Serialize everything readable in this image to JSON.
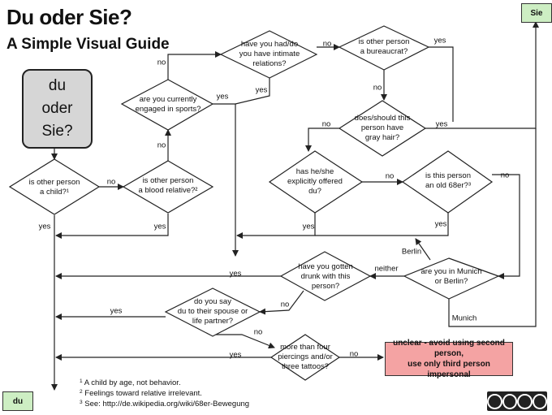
{
  "title": "Du oder Sie?",
  "subtitle": "A Simple Visual Guide",
  "start": {
    "line1": "du",
    "line2": "oder",
    "line3": "Sie?"
  },
  "terminals": {
    "sie": "Sie",
    "du": "du"
  },
  "warning": {
    "line1": "unclear - avoid using second person,",
    "line2": "use only third person impersonal"
  },
  "questions": {
    "child": {
      "line1": "is other person",
      "line2": "a child?¹"
    },
    "relative": {
      "line1": "is other person",
      "line2": "a blood relative?²"
    },
    "sports": {
      "line1": "are you currently",
      "line2": "engaged in sports?"
    },
    "intimate": {
      "line1": "have you had/do",
      "line2": "you have intimate",
      "line3": "relations?"
    },
    "bureaucrat": {
      "line1": "is other person",
      "line2": "a bureaucrat?"
    },
    "gray": {
      "line1": "does/should this",
      "line2": "person have",
      "line3": "gray hair?"
    },
    "offered": {
      "line1": "has he/she",
      "line2": "explicitly offered",
      "line3": "du?"
    },
    "68er": {
      "line1": "is this person",
      "line2": "an old 68er?³"
    },
    "city": {
      "line1": "are you in Munich",
      "line2": "or Berlin?"
    },
    "drunk": {
      "line1": "have you gotten",
      "line2": "drunk with this",
      "line3": "person?"
    },
    "spouse": {
      "line1": "do you say",
      "line2": "du to their spouse or",
      "line3": "life partner?"
    },
    "piercings": {
      "line1": "more than four",
      "line2": "piercings and/or",
      "line3": "three tattoos?"
    }
  },
  "labels": {
    "yes": "yes",
    "no": "no",
    "berlin": "Berlin",
    "munich": "Munich",
    "neither": "neither"
  },
  "footnotes": {
    "n1": "1",
    "t1": "A child by age, not behavior.",
    "n2": "2",
    "t2": "Feelings toward relative irrelevant.",
    "n3": "3",
    "t3": "See: http://de.wikipedia.org/wiki/68er-Bewegung"
  },
  "license_badge": "CC BY NC ND",
  "colors": {
    "start": "#d6d6d6",
    "terminal": "#cdeec3",
    "warning": "#f4a3a3",
    "line": "#222222"
  }
}
